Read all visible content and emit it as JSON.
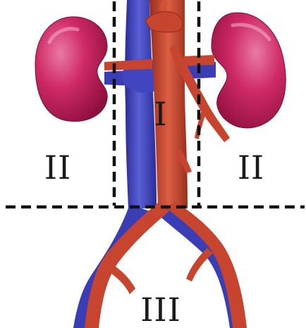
{
  "zones": {
    "central": {
      "label": "I"
    },
    "left_lateral": {
      "label": "II"
    },
    "right_lateral": {
      "label": "II"
    },
    "inferior": {
      "label": "III"
    }
  },
  "colors": {
    "kidney": "#c81d5a",
    "kidney_highlight": "#e85a8e",
    "kidney_shadow": "#8e0f3d",
    "vein": "#3c3fb8",
    "vein_highlight": "#5a5fd6",
    "artery": "#c7452e",
    "artery_highlight": "#e27a5f",
    "artery_shadow": "#8f2a18",
    "divider": "#111111"
  }
}
